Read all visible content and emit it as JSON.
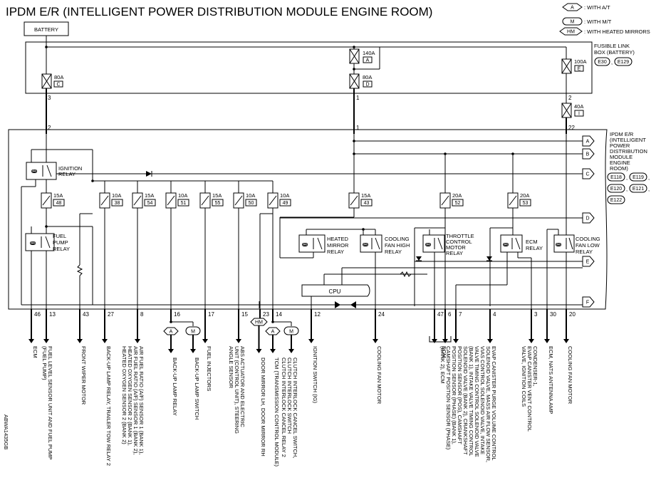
{
  "title": "IPDM E/R (INTELLIGENT POWER DISTRIBUTION MODULE ENGINE ROOM)",
  "legend": [
    {
      "code": "A",
      "text": ": WITH A/T"
    },
    {
      "code": "M",
      "text": ": WITH M/T"
    },
    {
      "code": "HM",
      "text": ": WITH HEATED MIRRORS"
    }
  ],
  "battery_label": "BATTERY",
  "fusible_link_box": {
    "title_l1": "FUSIBLE LINK",
    "title_l2": "BOX (BATTERY)",
    "conn1": "E30",
    "conn2": "E129",
    "links": [
      {
        "amp": "80A",
        "id": "C"
      },
      {
        "amp": "140A",
        "id": "A"
      },
      {
        "amp": "80A",
        "id": "D"
      },
      {
        "amp": "100A",
        "id": "E"
      },
      {
        "amp": "40A",
        "id": "I"
      }
    ]
  },
  "ipdm_label": [
    "IPDM E/R",
    "(INTELLIGENT",
    "POWER",
    "DISTRIBUTION",
    "MODULE",
    "ENGINE",
    "ROOM)"
  ],
  "ipdm_connectors": [
    "E118",
    "E119",
    "E120",
    "E121",
    "E122"
  ],
  "junction_pins": [
    "3",
    "1",
    "2",
    "2",
    "1",
    "22"
  ],
  "fuses": [
    {
      "amp": "15A",
      "num": "48"
    },
    {
      "amp": "10A",
      "num": "38"
    },
    {
      "amp": "15A",
      "num": "54"
    },
    {
      "amp": "10A",
      "num": "51"
    },
    {
      "amp": "15A",
      "num": "55"
    },
    {
      "amp": "10A",
      "num": "50"
    },
    {
      "amp": "10A",
      "num": "49"
    },
    {
      "amp": "15A",
      "num": "43"
    },
    {
      "amp": "20A",
      "num": "52"
    },
    {
      "amp": "20A",
      "num": "53"
    }
  ],
  "relays": {
    "ignition": [
      "IGNITION",
      "RELAY"
    ],
    "fuel_pump": [
      "FUEL",
      "PUMP",
      "RELAY"
    ],
    "heated_mirror": [
      "HEATED",
      "MIRROR",
      "RELAY"
    ],
    "cooling_fan_high": [
      "COOLING",
      "FAN HIGH",
      "RELAY"
    ],
    "throttle_control": [
      "THROTTLE",
      "CONTROL",
      "MOTOR",
      "RELAY"
    ],
    "ecm": [
      "ECM",
      "RELAY"
    ],
    "cooling_fan_low": [
      "COOLING",
      "FAN LOW",
      "RELAY"
    ]
  },
  "cpu_label": "CPU",
  "off_page": [
    "A",
    "B",
    "C",
    "D",
    "E",
    "F"
  ],
  "output_pins": [
    "46",
    "13",
    "43",
    "27",
    "8",
    "16",
    "17",
    "15",
    "23",
    "14",
    "12",
    "24",
    "47",
    "6",
    "7",
    "4",
    "3",
    "30",
    "20"
  ],
  "output_option_tags": [
    "A",
    "M",
    "HM",
    "A",
    "M"
  ],
  "outputs": [
    {
      "pin": "46",
      "lines": [
        "ECM"
      ]
    },
    {
      "pin": "13",
      "lines": [
        "FUEL LEVEL SENSOR UNIT AND FUEL PUMP",
        "(FUEL PUMP)"
      ]
    },
    {
      "pin": "43",
      "lines": [
        "FRONT WIPER MOTOR"
      ]
    },
    {
      "pin": "27",
      "lines": [
        "BACK-UP LAMP RELAY, TRAILER TOW RELAY 2"
      ]
    },
    {
      "pin": "8",
      "lines": [
        "AIR FUEL RATIO (A/F) SENSOR 1 (BANK 1),",
        "AIR FUEL RATIO (A/F) SENSOR 1 (BANK 2),",
        "HEATED OXYGEN SENSOR 2 (BANK 1),",
        "HEATED OXYGEN SENSOR 2 (BANK 2)"
      ]
    },
    {
      "pin": "16A",
      "lines": [
        "BACK-UP LAMP RELAY"
      ]
    },
    {
      "pin": "16M",
      "lines": [
        "BACK-UP LAMP SWITCH"
      ]
    },
    {
      "pin": "17",
      "lines": [
        "FUEL INJECTORS"
      ]
    },
    {
      "pin": "15",
      "lines": [
        "ABS ACTUATOR AND ELECTRIC",
        "UNIT (CONTROL UNIT), STEERING",
        "ANGLE SENSOR"
      ]
    },
    {
      "pin": "23",
      "lines": [
        "DOOR MIRROR LH, DOOR MIRROR RH"
      ]
    },
    {
      "pin": "14A",
      "lines": [
        "TCM (TRANSMISSION CONTROL MODULE)"
      ]
    },
    {
      "pin": "14M",
      "lines": [
        "CLUTCH INTERLOCK CANCEL SWITCH,",
        "CLUTCH INTERLOCK SWITCH",
        "CLUTCH INTERLOCK CANCEL RELAY 2"
      ]
    },
    {
      "pin": "12",
      "lines": [
        "IGNITION SWITCH (IG)"
      ]
    },
    {
      "pin": "24",
      "lines": [
        "COOLING FAN MOTOR"
      ]
    },
    {
      "pin": "47-6",
      "lines": [
        "ECM"
      ]
    },
    {
      "pin": "4",
      "lines": [
        "EVAP CANISTER PURGE VOLUME CONTROL",
        "SOLENOID VALVE, MASS AIR FLOW SENSOR,",
        "VIAS CONTROL SOLENOID VALVE, INTAKE",
        "VALVE TIMING CONTROL SOLENOID VALVE",
        "(BANK 1), INTAKE VALVE TIMING CONTROL",
        "SOLENOID VALVE (BANK 2), CRANKSHAFT",
        "POSITION SENSOR (POS), CAMSHAFT",
        "POSITION SENSOR (PHASE) (BANK 1),",
        "CAMSHAFT POSITION SENSOR (PHASE)",
        "(BANK 2), ECM"
      ]
    },
    {
      "pin": "3",
      "lines": [
        "CONDENSER-1,",
        "EVAP CANISTER VENT CONTROL",
        "VALVE, IGNITION COILS"
      ]
    },
    {
      "pin": "30",
      "lines": [
        "ECM, NATS ANTENNA AMP"
      ]
    },
    {
      "pin": "20",
      "lines": [
        "COOLING FAN MOTOR"
      ]
    }
  ],
  "figure_code": "ABWA1435GB"
}
